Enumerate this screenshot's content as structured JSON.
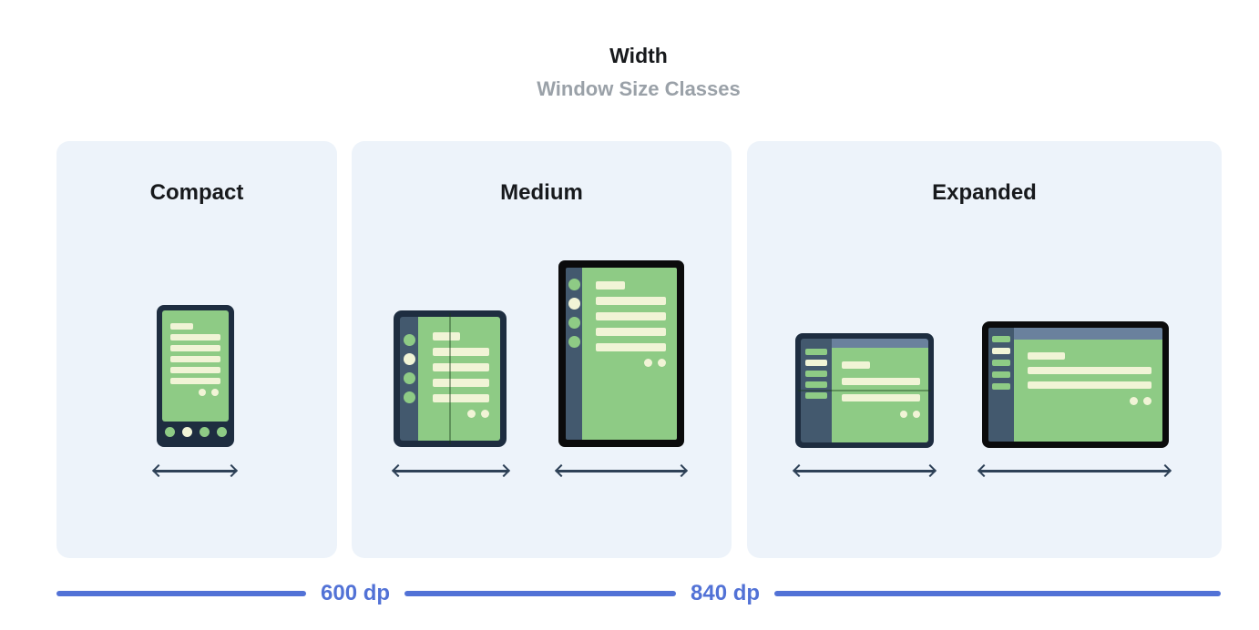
{
  "title": {
    "main": "Width",
    "subtitle": "Window Size Classes"
  },
  "panels": [
    {
      "label": "Compact",
      "devices": [
        "phone"
      ]
    },
    {
      "label": "Medium",
      "devices": [
        "foldable-portrait",
        "tablet-portrait"
      ]
    },
    {
      "label": "Expanded",
      "devices": [
        "foldable-landscape",
        "tablet-landscape"
      ]
    }
  ],
  "axis": {
    "breakpoints": [
      {
        "label": "600 dp"
      },
      {
        "label": "840 dp"
      }
    ]
  },
  "colors": {
    "panel_background": "#edf3fa",
    "accent_blue": "#5272d6",
    "bezel_navy": "#1e2d40",
    "bezel_black": "#0b0b0c",
    "rail_slate": "#43596e",
    "header_slate": "#6a819d",
    "screen_green": "#8ecb85",
    "content_cream": "#f1f4d6",
    "arrow_navy": "#2e4157"
  }
}
